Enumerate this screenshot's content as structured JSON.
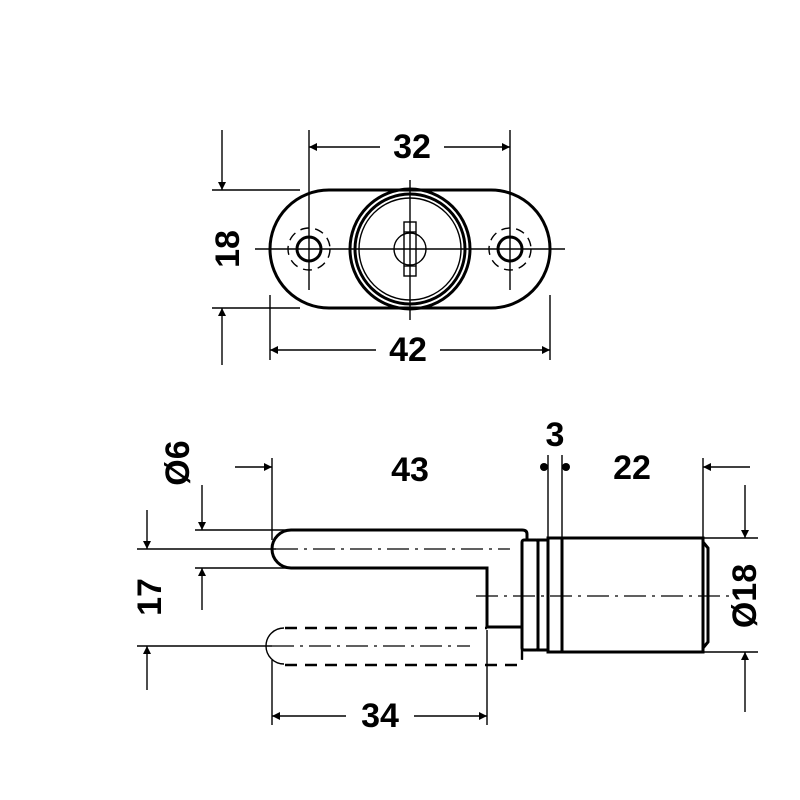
{
  "title": "Pin lock dimension drawing",
  "top_view": {
    "dim_hole_spacing": "32",
    "dim_length": "42",
    "dim_height": "18"
  },
  "side_view": {
    "dim_pin_length": "43",
    "dim_flange": "3",
    "dim_body_length": "22",
    "dim_pin_dia": "Ø6",
    "dim_offset": "17",
    "dim_body_dia": "Ø18",
    "dim_travel": "34"
  }
}
